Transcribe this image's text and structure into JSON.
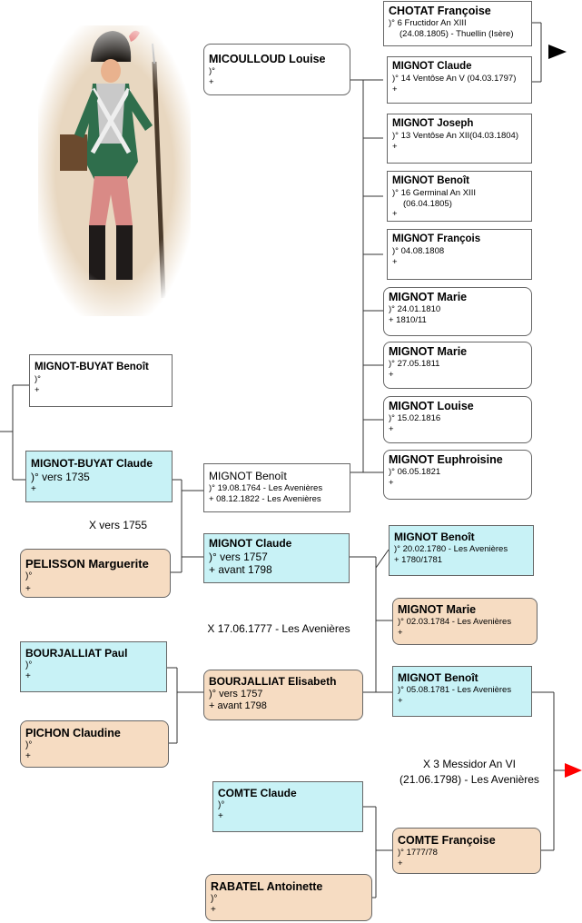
{
  "portrait": {
    "icon": "grenadier-soldier-illustration"
  },
  "people": {
    "chotat_francoise": {
      "name": "CHOTAT Françoise",
      "l1": ")° 6 Fructidor An XIII",
      "l2": "(24.08.1805) - Thuellin (Isère)"
    },
    "micoulloud_louise": {
      "name": "MICOULLOUD Louise",
      "l1": ")°",
      "l2": "+"
    },
    "mignot_claude_1797": {
      "name": "MIGNOT Claude",
      "l1": ")° 14 Ventôse An V (04.03.1797)",
      "l2": "+"
    },
    "mignot_joseph": {
      "name": "MIGNOT Joseph",
      "l1": ")° 13 Ventôse An XII(04.03.1804)",
      "l2": "+"
    },
    "mignot_benoit_1805": {
      "name": "MIGNOT Benoît",
      "l1": ")° 16 Germinal An XIII",
      "l2": "(06.04.1805)",
      "l3": "+"
    },
    "mignot_francois": {
      "name": "MIGNOT François",
      "l1": ")° 04.08.1808",
      "l2": "+"
    },
    "mignot_marie_1810": {
      "name": "MIGNOT Marie",
      "l1": ")° 24.01.1810",
      "l2": "+ 1810/11"
    },
    "mignot_marie_1811": {
      "name": "MIGNOT Marie",
      "l1": ")° 27.05.1811",
      "l2": "+"
    },
    "mignot_louise": {
      "name": "MIGNOT Louise",
      "l1": ")° 15.02.1816",
      "l2": "+"
    },
    "mignot_euphroisine": {
      "name": "MIGNOT Euphroisine",
      "l1": ")° 06.05.1821",
      "l2": "+"
    },
    "mignot_buyat_benoit": {
      "name": "MIGNOT-BUYAT Benoît",
      "l1": ")°",
      "l2": "+"
    },
    "mignot_buyat_claude": {
      "name": "MIGNOT-BUYAT Claude",
      "l1": ")° vers 1735",
      "l2": "+"
    },
    "mignot_benoit_1764": {
      "name": "MIGNOT Benoît",
      "l1": ")° 19.08.1764 - Les Avenières",
      "l2": "+ 08.12.1822 - Les Avenières"
    },
    "pelisson_marguerite": {
      "name": "PELISSON Marguerite",
      "l1": ")°",
      "l2": "+"
    },
    "mignot_claude_1757": {
      "name": "MIGNOT Claude",
      "l1": ")° vers 1757",
      "l2": "+ avant 1798"
    },
    "mignot_benoit_1780": {
      "name": "MIGNOT Benoît",
      "l1": ")° 20.02.1780 - Les Avenières",
      "l2": "+ 1780/1781"
    },
    "mignot_marie_1784": {
      "name": "MIGNOT Marie",
      "l1": ")° 02.03.1784 - Les Avenières",
      "l2": "+"
    },
    "bourjalliat_paul": {
      "name": "BOURJALLIAT Paul",
      "l1": ")°",
      "l2": "+"
    },
    "bourjalliat_elisabeth": {
      "name": "BOURJALLIAT Elisabeth",
      "l1": ")° vers 1757",
      "l2": "+ avant 1798"
    },
    "mignot_benoit_1781": {
      "name": "MIGNOT Benoît",
      "l1": ")° 05.08.1781 - Les Avenières",
      "l2": "+"
    },
    "pichon_claudine": {
      "name": "PICHON Claudine",
      "l1": ")°",
      "l2": "+"
    },
    "comte_claude": {
      "name": "COMTE Claude",
      "l1": ")°",
      "l2": "+"
    },
    "comte_francoise": {
      "name": "COMTE Françoise",
      "l1": ")° 1777/78",
      "l2": "+"
    },
    "rabatel_antoinette": {
      "name": "RABATEL Antoinette",
      "l1": ")°",
      "l2": "+"
    }
  },
  "marriages": {
    "m1": "X vers 1755",
    "m2": "X 17.06.1777 - Les Avenières",
    "m3_l1": "X 3 Messidor An VI",
    "m3_l2": "(21.06.1798) - Les Avenières"
  },
  "colors": {
    "male": "#c8f2f6",
    "female": "#f6dcc2",
    "neutral": "#ffffff",
    "arrow_black": "#000000",
    "arrow_red": "#ff0000"
  }
}
